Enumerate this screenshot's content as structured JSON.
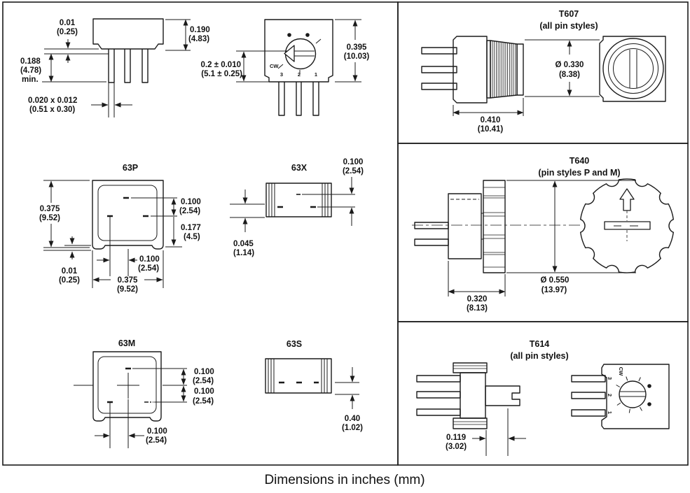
{
  "caption": "Dimensions in inches (mm)",
  "view63_side": {
    "gap_in": "0.01",
    "gap_mm": "(0.25)",
    "height_in": "0.190",
    "height_mm": "(4.83)",
    "pin_in": "0.188",
    "pin_mm": "(4.78)",
    "pin_min": "min.",
    "lead_in": "0.020 x 0.012",
    "lead_mm": "(0.51 x 0.30)"
  },
  "view63_front": {
    "center_in": "0.2 ± 0.010",
    "center_mm": "(5.1 ± 0.25)",
    "width_in": "0.395",
    "width_mm": "(10.03)",
    "cw": "CW",
    "pin3": "3",
    "pin2": "2",
    "pin1": "1"
  },
  "style63p": {
    "title": "63P",
    "h_in": "0.375",
    "h_mm": "(9.52)",
    "p1_in": "0.100",
    "p1_mm": "(2.54)",
    "p2_in": "0.177",
    "p2_mm": "(4.5)",
    "sp_in": "0.100",
    "sp_mm": "(2.54)",
    "st_in": "0.01",
    "st_mm": "(0.25)",
    "w_in": "0.375",
    "w_mm": "(9.52)"
  },
  "style63x": {
    "title": "63X",
    "sp_in": "0.100",
    "sp_mm": "(2.54)",
    "off_in": "0.045",
    "off_mm": "(1.14)"
  },
  "style63m": {
    "title": "63M",
    "r1_in": "0.100",
    "r1_mm": "(2.54)",
    "r2_in": "0.100",
    "r2_mm": "(2.54)",
    "b_in": "0.100",
    "b_mm": "(2.54)"
  },
  "style63s": {
    "title": "63S",
    "off_in": "0.40",
    "off_mm": "(1.02)"
  },
  "t607": {
    "title": "T607",
    "subtitle": "(all pin styles)",
    "dia_in": "Ø 0.330",
    "dia_mm": "(8.38)",
    "len_in": "0.410",
    "len_mm": "(10.41)"
  },
  "t640": {
    "title": "T640",
    "subtitle": "(pin styles P and M)",
    "dia_in": "Ø 0.550",
    "dia_mm": "(13.97)",
    "len_in": "0.320",
    "len_mm": "(8.13)"
  },
  "t614": {
    "title": "T614",
    "subtitle": "(all pin styles)",
    "off_in": "0.119",
    "off_mm": "(3.02)",
    "cw": "CW",
    "pin3": "3",
    "pin2": "2",
    "pin1": "1"
  }
}
